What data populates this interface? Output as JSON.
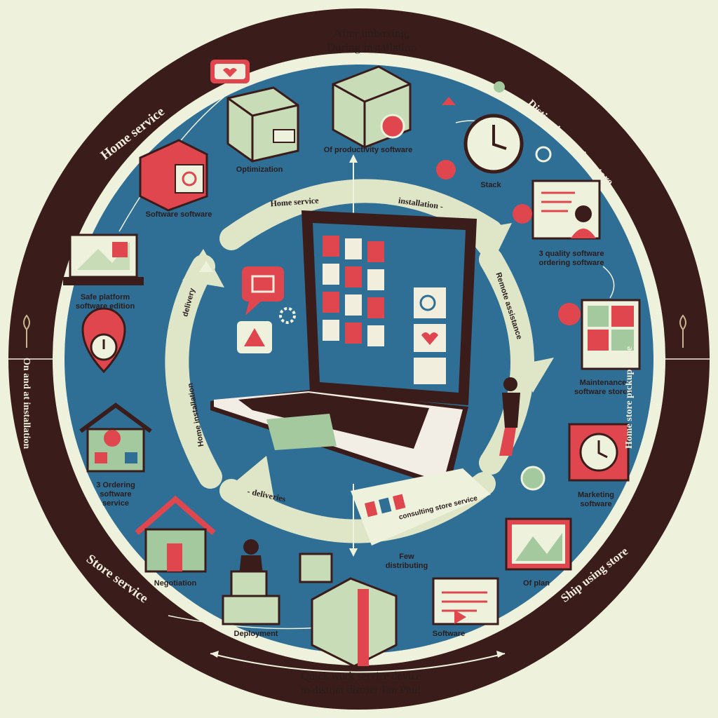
{
  "top_caption": {
    "line1": "After unboxing,",
    "line2": "During installation"
  },
  "bottom_caption": {
    "line1": "Quick work service device",
    "line2": "to district district Tan Phu!"
  },
  "ring_labels": {
    "top_left": "Home service",
    "top_right": "Distinctive service, store",
    "right": "Home store pickup store",
    "left": "On and at installation",
    "bottom_left": "Store service",
    "bottom_right": "Ship using store"
  },
  "arc_labels": {
    "top": "Home service",
    "top_right": "installation -",
    "right": "Remote assistance",
    "bottom": "- deliveries",
    "left_lower": "Home installation",
    "left_upper": "delivery"
  },
  "node_labels": {
    "n1": "Optimization",
    "n2": "Of productivity software",
    "n3": "Stack",
    "n4": "Software software",
    "n5": "Safe platform\nsoftware edition",
    "n6": "3 quality software\nordering software",
    "n7": "Maintenance\nsoftware store -",
    "n8": "3 Ordering\nsoftware\nservice",
    "n9": "Marketing\nsoftware",
    "n10": "Negotiation",
    "n11": "Few\ndistributing",
    "n12": "Of plan",
    "n13": "Deployment",
    "n14": "Software",
    "banner": "consulting store service"
  },
  "colors": {
    "background": "#eef1dc",
    "ring": "#3a1c1a",
    "circle": "#2f6e95",
    "accent": "#e0464e",
    "sage": "#9fbf9a",
    "arrow": "#dfe6c8"
  }
}
